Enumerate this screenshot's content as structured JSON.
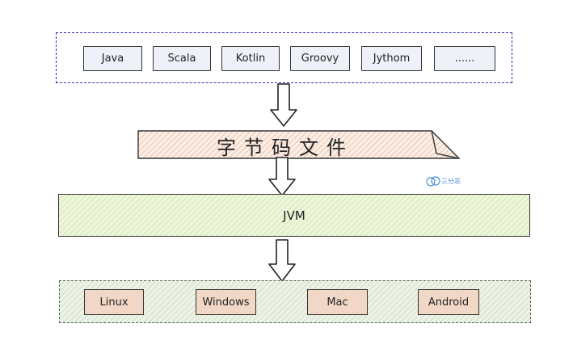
{
  "languages": [
    "Java",
    "Scala",
    "Kotlin",
    "Groovy",
    "Jythom",
    "......"
  ],
  "bytecode_label": "字节码文件",
  "jvm_label": "JVM",
  "platforms": [
    "Linux",
    "Windows",
    "Mac",
    "Android"
  ],
  "watermark": "三分恶",
  "colors": {
    "language_border": "#2b2fb8",
    "language_fill": "#eef2f8",
    "bytecode_fill": "#f6dccd",
    "jvm_fill": "#e6f0d0",
    "platform_fill": "#f1d8c6",
    "platform_group_border": "#4e6a46"
  }
}
